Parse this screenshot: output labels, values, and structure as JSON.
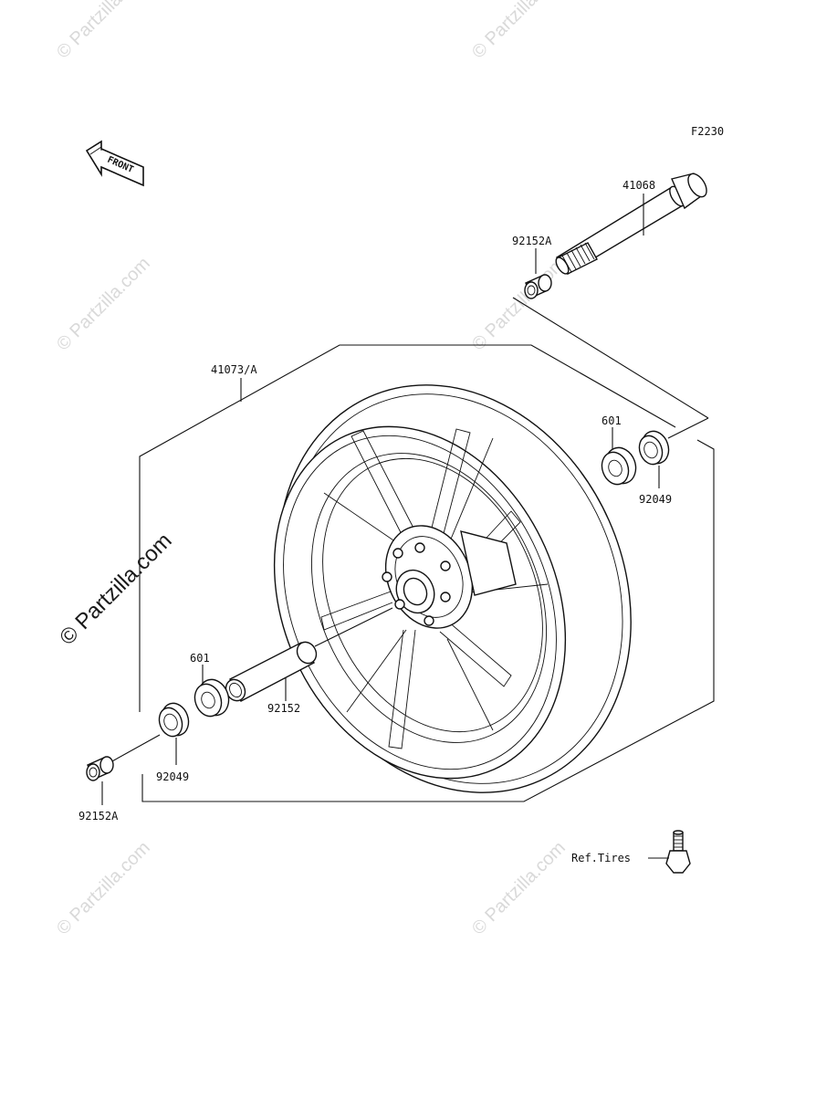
{
  "diagram": {
    "figure_code": "F2230",
    "front_indicator": "FRONT",
    "labels": {
      "axle": "41068",
      "collar_top": "92152A",
      "wheel": "41073/A",
      "bearing_right": "601",
      "seal_right": "92049",
      "bearing_left": "601",
      "spacer": "92152",
      "seal_left": "92049",
      "collar_bottom": "92152A",
      "valve_ref": "Ref.Tires"
    }
  },
  "watermarks": {
    "text": "© Partzilla.com",
    "large_text": "© Partzilla.com"
  },
  "colors": {
    "line": "#111111",
    "watermark": "#d9d9d9",
    "background": "#ffffff"
  }
}
